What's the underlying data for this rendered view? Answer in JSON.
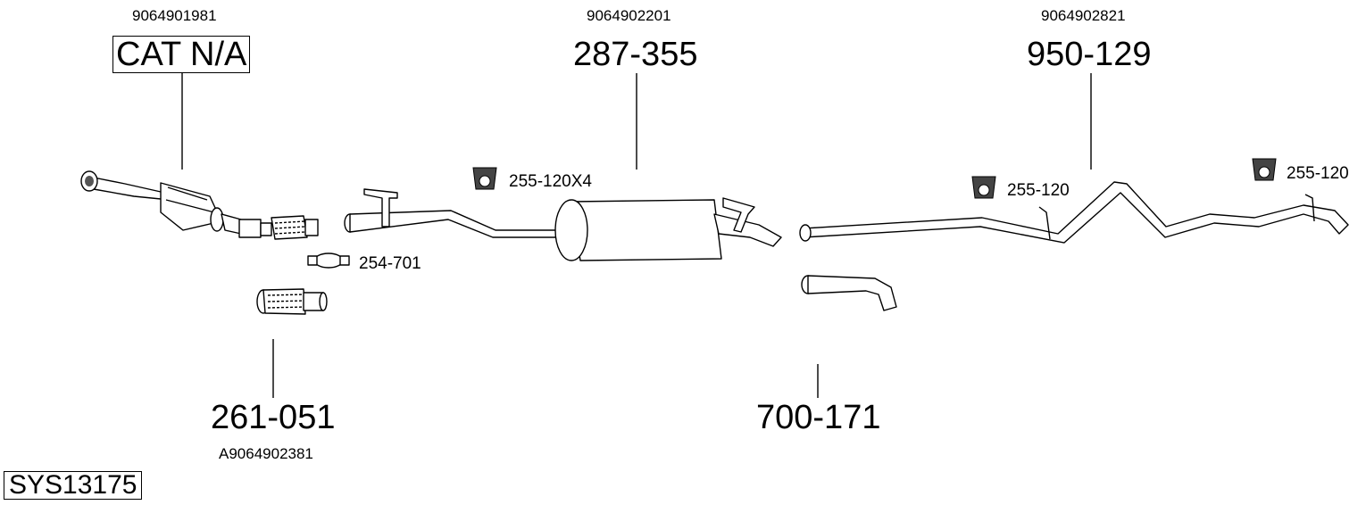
{
  "system_code": "SYS13175",
  "parts": {
    "catalyst": {
      "oem": "9064901981",
      "code": "CAT N/A"
    },
    "front_pipe": {
      "oem": "A9064902381",
      "code": "261-051"
    },
    "middle_silencer": {
      "oem": "9064902201",
      "code": "287-355"
    },
    "rear_pipe": {
      "oem": "9064902821",
      "code": "950-129"
    },
    "tail_pipe": {
      "code": "700-171"
    }
  },
  "accessories": {
    "clamp": "254-701",
    "hanger_x4": "255-120X4",
    "hanger_mid": "255-120",
    "hanger_end": "255-120"
  }
}
